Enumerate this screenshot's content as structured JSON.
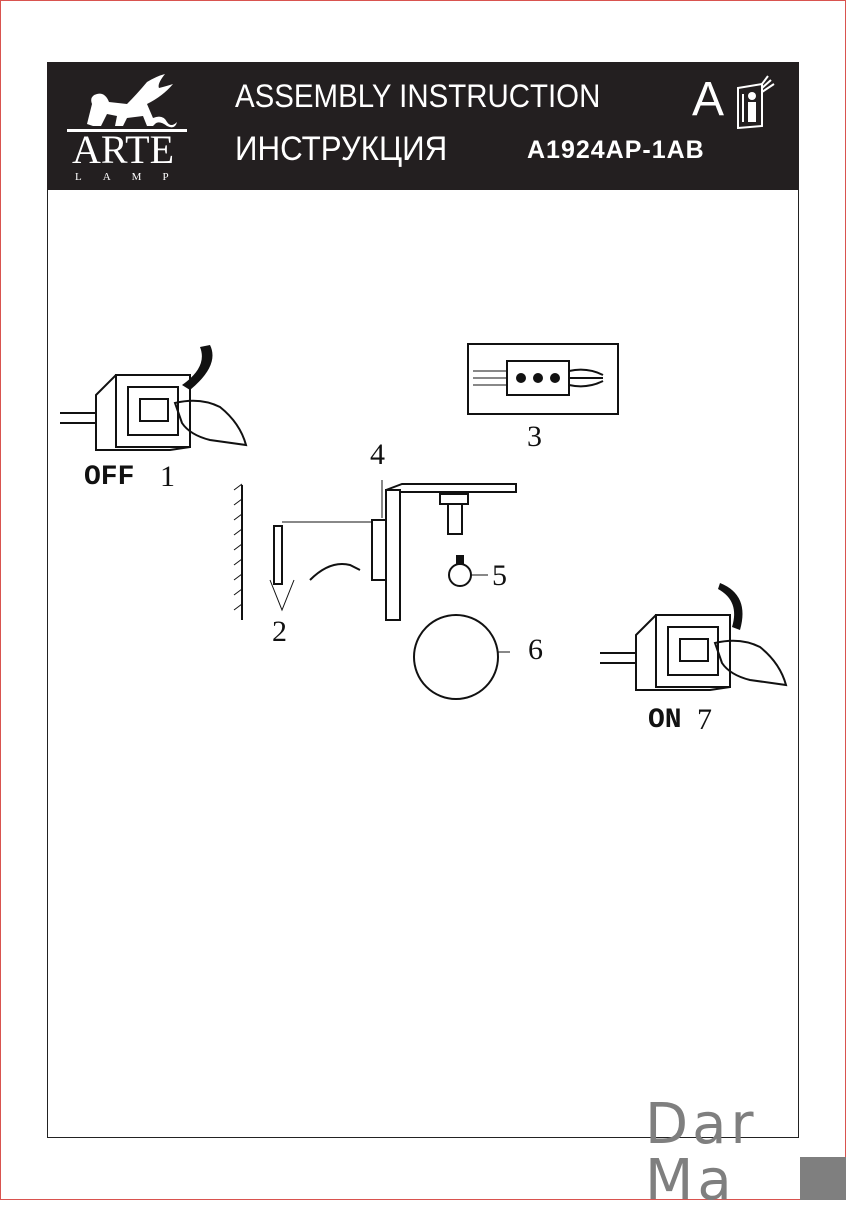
{
  "header": {
    "brand": "ARTE",
    "brand_sub": "LAMP",
    "title_en": "ASSEMBLY INSTRUCTION",
    "title_ru": "ИНСТРУКЦИЯ",
    "model": "A1924AP-1AB",
    "letter": "A",
    "icon": "manual-book-icon"
  },
  "steps": {
    "off_label": "OFF",
    "off_num": "1",
    "bracket_num": "2",
    "terminal_num": "3",
    "wire_num": "4",
    "bulb_num": "5",
    "shade_num": "6",
    "on_label": "ON",
    "on_num": "7"
  },
  "watermark": {
    "line1": "Dar",
    "line2": "Ma"
  }
}
